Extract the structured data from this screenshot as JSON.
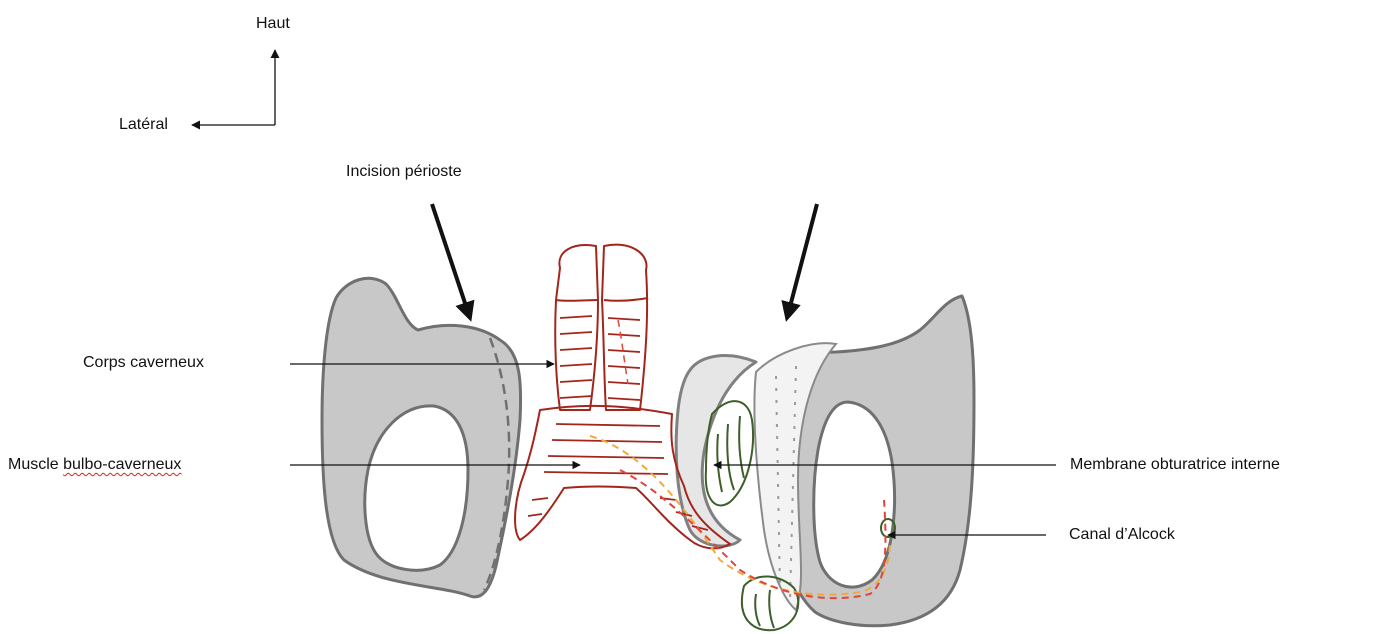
{
  "orientation": {
    "up_label": "Haut",
    "lateral_label": "Latéral"
  },
  "annotations": {
    "incision": "Incision périoste",
    "corps_caverneux": "Corps caverneux",
    "bulbo_word1": "Muscle ",
    "bulbo_word2": "bulbo-caverneux",
    "membrane": "Membrane obturatrice interne",
    "alcock": "Canal d’Alcock"
  },
  "colors": {
    "bone_fill": "#c8c8c8",
    "bone_stroke": "#707070",
    "muscle_red": "#a3261c",
    "muscle_green": "#3e5e2a",
    "nerve_orange": "#f2a93b",
    "vessel_red": "#e0453a"
  }
}
